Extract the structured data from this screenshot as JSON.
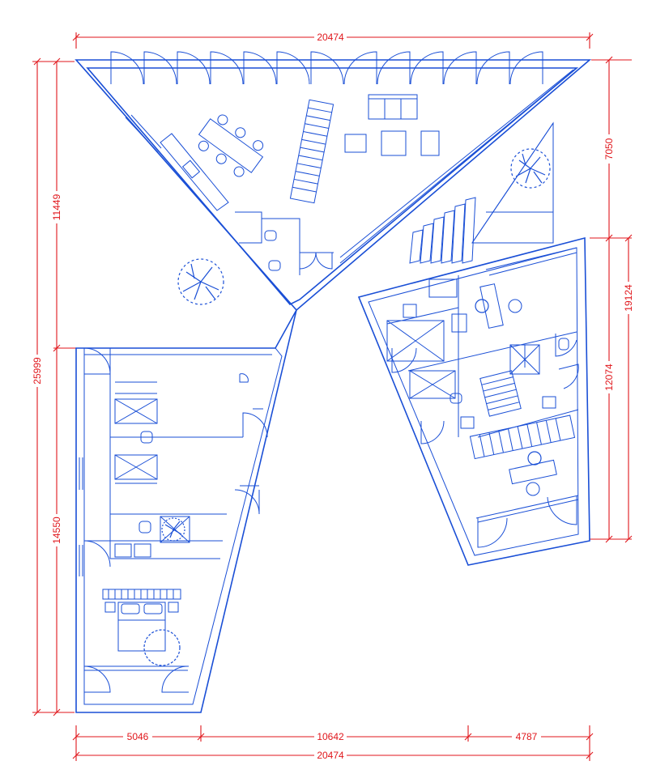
{
  "dimensions": {
    "top_overall": "20474",
    "bottom_overall": "20474",
    "bottom_segment_1": "5046",
    "bottom_segment_2": "10642",
    "bottom_segment_3": "4787",
    "left_overall": "25999",
    "left_upper": "11449",
    "left_lower": "14550",
    "right_upper": "7050",
    "right_lower": "12074",
    "right_overall": "19124"
  },
  "colors": {
    "dimension": "#e0161b",
    "linework": "#1a4fd6",
    "background": "#ffffff"
  }
}
